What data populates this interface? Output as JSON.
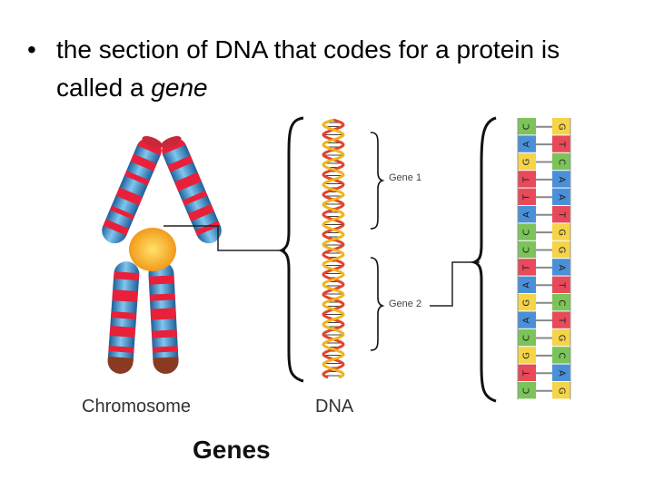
{
  "slide": {
    "bullet_char": "•",
    "text_before": "the section of DNA that codes for a protein is called a ",
    "text_italic": "gene"
  },
  "figure": {
    "title": "Genes",
    "chromosome_label": "Chromosome",
    "dna_label": "DNA",
    "gene1_label": "Gene 1",
    "gene2_label": "Gene 2",
    "strand_left": [
      "C",
      "A",
      "G",
      "T",
      "T",
      "A",
      "C",
      "C",
      "T",
      "A",
      "G",
      "A",
      "C",
      "G",
      "T",
      "C"
    ],
    "strand_right": [
      "G",
      "T",
      "C",
      "A",
      "A",
      "T",
      "G",
      "G",
      "A",
      "T",
      "C",
      "T",
      "G",
      "C",
      "A",
      "G"
    ],
    "base_colors": {
      "A": "#4a90d9",
      "T": "#e84a5a",
      "G": "#f5d44a",
      "C": "#7cc35a"
    }
  }
}
